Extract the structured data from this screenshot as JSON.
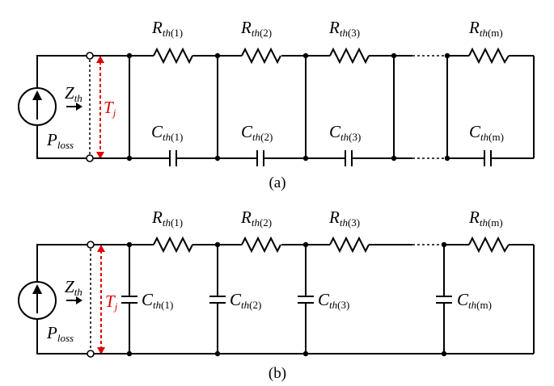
{
  "figure_a": {
    "caption": "(a)",
    "impedance": {
      "sym": "Z",
      "sub": "th"
    },
    "source": {
      "sym": "P",
      "sub": "loss"
    },
    "temp": {
      "sym": "T",
      "sub": "j"
    },
    "resistors": [
      {
        "sym": "R",
        "sub": "th",
        "idx": "(1)"
      },
      {
        "sym": "R",
        "sub": "th",
        "idx": "(2)"
      },
      {
        "sym": "R",
        "sub": "th",
        "idx": "(3)"
      },
      {
        "sym": "R",
        "sub": "th",
        "idx": "(m)"
      }
    ],
    "capacitors": [
      {
        "sym": "C",
        "sub": "th",
        "idx": "(1)"
      },
      {
        "sym": "C",
        "sub": "th",
        "idx": "(2)"
      },
      {
        "sym": "C",
        "sub": "th",
        "idx": "(3)"
      },
      {
        "sym": "C",
        "sub": "th",
        "idx": "(m)"
      }
    ]
  },
  "figure_b": {
    "caption": "(b)",
    "impedance": {
      "sym": "Z",
      "sub": "th"
    },
    "source": {
      "sym": "P",
      "sub": "loss"
    },
    "temp": {
      "sym": "T",
      "sub": "j"
    },
    "resistors": [
      {
        "sym": "R",
        "sub": "th",
        "idx": "(1)"
      },
      {
        "sym": "R",
        "sub": "th",
        "idx": "(2)"
      },
      {
        "sym": "R",
        "sub": "th",
        "idx": "(3)"
      },
      {
        "sym": "R",
        "sub": "th",
        "idx": "(m)"
      }
    ],
    "capacitors": [
      {
        "sym": "C",
        "sub": "th",
        "idx": "(1)"
      },
      {
        "sym": "C",
        "sub": "th",
        "idx": "(2)"
      },
      {
        "sym": "C",
        "sub": "th",
        "idx": "(3)"
      },
      {
        "sym": "C",
        "sub": "th",
        "idx": "(m)"
      }
    ]
  },
  "colors": {
    "wire": "#000000",
    "temperature": "#e00000"
  }
}
